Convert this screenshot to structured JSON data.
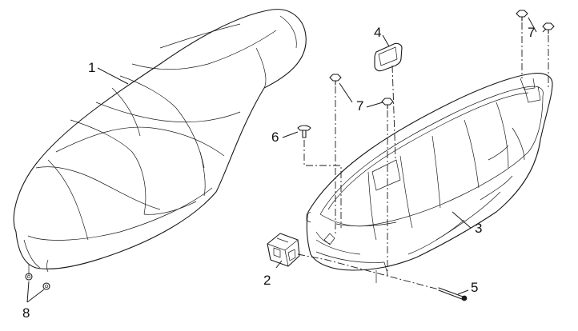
{
  "callouts": [
    {
      "id": "1",
      "label": "1"
    },
    {
      "id": "2",
      "label": "2"
    },
    {
      "id": "3",
      "label": "3"
    },
    {
      "id": "4",
      "label": "4"
    },
    {
      "id": "5",
      "label": "5"
    },
    {
      "id": "6",
      "label": "6"
    },
    {
      "id": "7a",
      "label": "7"
    },
    {
      "id": "7b",
      "label": "7"
    },
    {
      "id": "8",
      "label": "8"
    }
  ],
  "colors": {
    "line": "#1a1a1a",
    "background": "#ffffff"
  }
}
